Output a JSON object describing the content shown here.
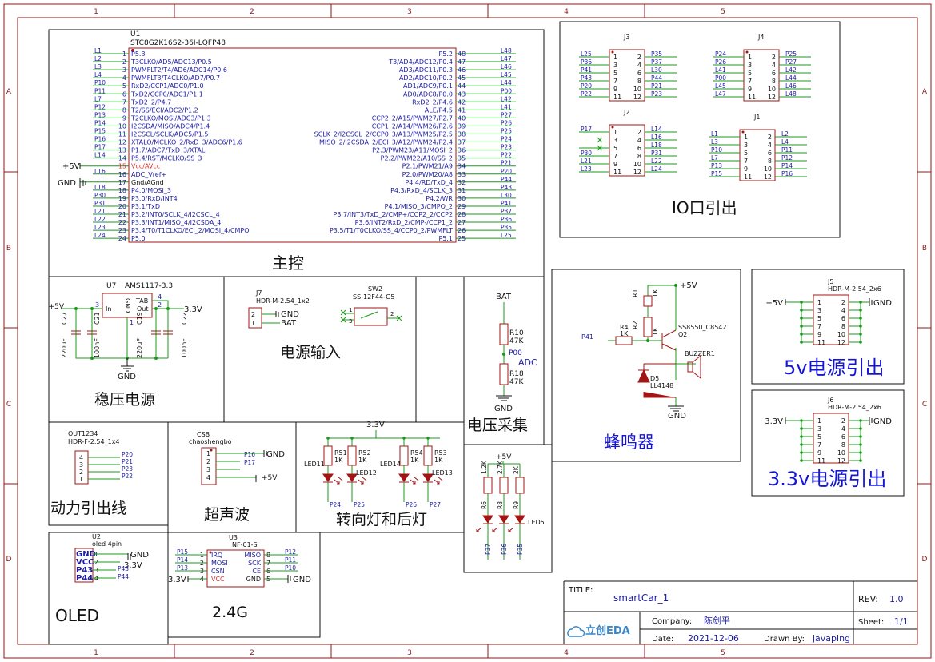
{
  "frame": {
    "columns": [
      "1",
      "2",
      "3",
      "4",
      "5"
    ],
    "rows": [
      "A",
      "B",
      "C",
      "D"
    ]
  },
  "mcu": {
    "designator": "U1",
    "part": "STC8G2K16S2-36I-LQFP48",
    "section_label": "主控",
    "left_pins": [
      {
        "net": "L1",
        "num": "1",
        "name": "P5.3"
      },
      {
        "net": "L2",
        "num": "2",
        "name": "T3CLKO/AD5/ADC13/P0.5"
      },
      {
        "net": "L3",
        "num": "3",
        "name": "PWMFLT2/T4/AD6/ADC14/P0.6"
      },
      {
        "net": "L4",
        "num": "4",
        "name": "PWMFLT3/T4CLKO/AD7/P0.7"
      },
      {
        "net": "P10",
        "num": "5",
        "name": "RxD2/CCP1/ADC0/P1.0"
      },
      {
        "net": "P11",
        "num": "6",
        "name": "TxD2/CCP0/ADC1/P1.1"
      },
      {
        "net": "L7",
        "num": "7",
        "name": "TxD2_2/P4.7"
      },
      {
        "net": "P12",
        "num": "8",
        "name": "T2/SS/ECI/ADC2/P1.2"
      },
      {
        "net": "P13",
        "num": "9",
        "name": "T2CLKO/MOSI/ADC3/P1.3"
      },
      {
        "net": "P14",
        "num": "10",
        "name": "I2CSDA/MISO/ADC4/P1.4"
      },
      {
        "net": "P15",
        "num": "11",
        "name": "I2CSCL/SCLK/ADC5/P1.5"
      },
      {
        "net": "P16",
        "num": "12",
        "name": "XTALO/MCLKO_2/RxD_3/ADC6/P1.6"
      },
      {
        "net": "P17",
        "num": "13",
        "name": "P1.7/ADC7/TxD_3/XTALI"
      },
      {
        "net": "L14",
        "num": "14",
        "name": "P5.4/RST/MCLKO/SS_3"
      },
      {
        "net": "+5V",
        "num": "15",
        "name": "Vcc/AVcc"
      },
      {
        "net": "L16",
        "num": "16",
        "name": "ADC_Vref+"
      },
      {
        "net": "GND",
        "num": "17",
        "name": "Gnd/AGnd"
      },
      {
        "net": "L18",
        "num": "18",
        "name": "P4.0/MOSI_3"
      },
      {
        "net": "P30",
        "num": "19",
        "name": "P3.0/RxD/INT4"
      },
      {
        "net": "P31",
        "num": "20",
        "name": "P3.1/TxD"
      },
      {
        "net": "L21",
        "num": "21",
        "name": "P3.2/INT0/SCLK_4/I2CSCL_4"
      },
      {
        "net": "L22",
        "num": "22",
        "name": "P3.3/INT1/MISO_4/I2CSDA_4"
      },
      {
        "net": "L23",
        "num": "23",
        "name": "P3.4/T0/T1CLKO/ECI_2/MOSI_4/CMPO"
      },
      {
        "net": "L24",
        "num": "24",
        "name": "P5.0"
      }
    ],
    "right_pins": [
      {
        "net": "L48",
        "num": "48",
        "name": "P5.2"
      },
      {
        "net": "L47",
        "num": "47",
        "name": "T3/AD4/ADC12/P0.4"
      },
      {
        "net": "L46",
        "num": "46",
        "name": "AD3/ADC11/P0.3"
      },
      {
        "net": "L45",
        "num": "45",
        "name": "AD2/ADC10/P0.2"
      },
      {
        "net": "L44",
        "num": "44",
        "name": "AD1/ADC9/P0.1"
      },
      {
        "net": "P00",
        "num": "43",
        "name": "AD0/ADC8/P0.0"
      },
      {
        "net": "L42",
        "num": "42",
        "name": "RxD2_2/P4.6"
      },
      {
        "net": "L41",
        "num": "41",
        "name": "ALE/P4.5"
      },
      {
        "net": "P27",
        "num": "40",
        "name": "CCP2_2/A15/PWM27/P2.7"
      },
      {
        "net": "P26",
        "num": "39",
        "name": "CCP1_2/A14/PWM26/P2.6"
      },
      {
        "net": "P25",
        "num": "38",
        "name": "SCLK_2/I2CSCL_2/CCP0_3/A13/PWM25/P2.5"
      },
      {
        "net": "P24",
        "num": "37",
        "name": "MISO_2/I2CSDA_2/ECI_3/A12/PWM24/P2.4"
      },
      {
        "net": "P23",
        "num": "36",
        "name": "P2.3/PWM23/A11/MOSI_2"
      },
      {
        "net": "P22",
        "num": "35",
        "name": "P2.2/PWM22/A10/SS_2"
      },
      {
        "net": "P21",
        "num": "34",
        "name": "P2.1/PWM21/A9"
      },
      {
        "net": "P20",
        "num": "33",
        "name": "P2.0/PWM20/A8"
      },
      {
        "net": "P44",
        "num": "32",
        "name": "P4.4/RD/TxD_4"
      },
      {
        "net": "P43",
        "num": "31",
        "name": "P4.3/RxD_4/SCLK_3"
      },
      {
        "net": "L30",
        "num": "30",
        "name": "P4.2/WR"
      },
      {
        "net": "P41",
        "num": "29",
        "name": "P4.1/MISO_3/CMPO_2"
      },
      {
        "net": "P37",
        "num": "28",
        "name": "P3.7/INT3/TxD_2/CMP+/CCP2_2/CCP2"
      },
      {
        "net": "P36",
        "num": "27",
        "name": "P3.6/INT2/RxD_2/CMP-/CCP1_2"
      },
      {
        "net": "P35",
        "num": "26",
        "name": "P3.5/T1/T0CLKO/SS_4/CCP0_2/PWMFLT"
      },
      {
        "net": "L25",
        "num": "25",
        "name": "P5.1"
      }
    ]
  },
  "io_headers": {
    "section_label": "IO口引出",
    "j3": {
      "ref": "J3",
      "left_nets": [
        "L25",
        "P36",
        "P41",
        "P43",
        "P20",
        "P22"
      ],
      "right_nets": [
        "P35",
        "P37",
        "L30",
        "P44",
        "P21",
        "P23"
      ],
      "left_nums": [
        "1",
        "3",
        "5",
        "7",
        "9",
        "11"
      ],
      "right_nums": [
        "2",
        "4",
        "6",
        "8",
        "10",
        "12"
      ]
    },
    "j4": {
      "ref": "J4",
      "left_nets": [
        "P24",
        "P26",
        "L41",
        "P00",
        "L45",
        "L47"
      ],
      "right_nets": [
        "P25",
        "P27",
        "L42",
        "L44",
        "L46",
        "L48"
      ],
      "left_nums": [
        "1",
        "3",
        "5",
        "7",
        "9",
        "11"
      ],
      "right_nums": [
        "2",
        "4",
        "6",
        "8",
        "10",
        "12"
      ]
    },
    "j2": {
      "ref": "J2",
      "left_nets": [
        "P17",
        "",
        "P30",
        "L21",
        "L23"
      ],
      "right_nets": [
        "L14",
        "L16",
        "L18",
        "P31",
        "L22",
        "L24"
      ],
      "left_nums": [
        "1",
        "3",
        "5",
        "7",
        "9",
        "11"
      ],
      "right_nums": [
        "2",
        "4",
        "6",
        "8",
        "10",
        "12"
      ]
    },
    "j1": {
      "ref": "J1",
      "left_nets": [
        "L1",
        "L3",
        "P10",
        "L7",
        "P13",
        "P15"
      ],
      "right_nets": [
        "L2",
        "L4",
        "P11",
        "P12",
        "P14",
        "P16"
      ],
      "left_nums": [
        "1",
        "3",
        "5",
        "7",
        "9",
        "11"
      ],
      "right_nums": [
        "2",
        "4",
        "6",
        "8",
        "10",
        "12"
      ]
    }
  },
  "regulator": {
    "section_label": "稳压电源",
    "ref": "U7",
    "part": "AMS1117-3.3",
    "pin_in": "In",
    "pin_out": "Out",
    "pin_gnd": "GND",
    "pin_tab": "TAB",
    "num_in": "3",
    "num_out": "2",
    "num_tab": "4",
    "num_gnd": "1",
    "in_net": "+5V",
    "out_net": "3.3V",
    "gnd": "GND",
    "caps": [
      {
        "ref": "C27",
        "value": "220uF"
      },
      {
        "ref": "C21",
        "value": "100nF"
      },
      {
        "ref": "C19",
        "value": "220uF"
      },
      {
        "ref": "C22",
        "value": "100nF"
      }
    ]
  },
  "power_in": {
    "section_label": "电源输入",
    "j7_ref": "J7",
    "j7_part": "HDR-M-2.54_1x2",
    "j7_nets": [
      "GND",
      "BAT"
    ],
    "j7_nums": [
      "2",
      "1"
    ],
    "sw_ref": "SW2",
    "sw_part": "SS-12F44-G5",
    "sw_nums": [
      "1",
      "2",
      "3"
    ]
  },
  "voltage_sense": {
    "section_label": "电压采集",
    "bat": "BAT",
    "r_top": {
      "ref": "R10",
      "value": "47K"
    },
    "r_bot": {
      "ref": "R18",
      "value": "47K"
    },
    "net": "P00",
    "adc": "ADC",
    "gnd": "GND"
  },
  "buzzer": {
    "section_label": "蜂鸣器",
    "vcc": "+5V",
    "r1": {
      "ref": "R1",
      "value": "1K"
    },
    "r2": {
      "ref": "R2",
      "value": "1K"
    },
    "r4": {
      "ref": "R4",
      "value": "1K"
    },
    "q": {
      "ref": "Q2",
      "part": "SS8550_C8542"
    },
    "d": {
      "ref": "D5",
      "part": "LL4148"
    },
    "bz": "BUZZER1",
    "net": "P41",
    "gnd": "GND"
  },
  "j5": {
    "ref": "J5",
    "part": "HDR-M-2.54_2x6",
    "vcc": "+5V",
    "gnd": "GND",
    "left_nums": [
      "1",
      "3",
      "5",
      "7",
      "9",
      "11"
    ],
    "right_nums": [
      "2",
      "4",
      "6",
      "8",
      "10",
      "12"
    ],
    "section_label": "5v电源引出"
  },
  "j6": {
    "ref": "J6",
    "part": "HDR-M-2.54_2x6",
    "vcc": "3.3V",
    "gnd": "GND",
    "left_nums": [
      "1",
      "3",
      "5",
      "7",
      "9",
      "11"
    ],
    "right_nums": [
      "2",
      "4",
      "6",
      "8",
      "10",
      "12"
    ],
    "section_label": "3.3v电源引出"
  },
  "motor": {
    "section_label": "动力引出线",
    "ref": "OUT1234",
    "part": "HDR-F-2.54_1x4",
    "nums": [
      "4",
      "3",
      "2",
      "1"
    ],
    "nets": [
      "P20",
      "P21",
      "P23",
      "P22"
    ]
  },
  "ultrasonic": {
    "section_label": "超声波",
    "ref": "CSB",
    "part": "chaoshengbo",
    "nums": [
      "1",
      "2",
      "3",
      "4"
    ],
    "nets": [
      "P16",
      "P17",
      "",
      "+5V"
    ],
    "gnd": "GND"
  },
  "leds": {
    "section_label": "转向灯和后灯",
    "vcc": "3.3V",
    "items": [
      {
        "r": "R51",
        "rv": "1K",
        "led": "LED11",
        "net": "P24"
      },
      {
        "r": "R52",
        "rv": "1K",
        "led": "LED12",
        "net": "P25"
      },
      {
        "r": "R54",
        "rv": "1K",
        "led": "LED14",
        "net": "P26"
      },
      {
        "r": "R53",
        "rv": "1K",
        "led": "LED13",
        "net": "P27"
      }
    ]
  },
  "led5": {
    "vcc": "+5V",
    "rs": [
      {
        "ref": "R6",
        "value": "1.2K"
      },
      {
        "ref": "R8",
        "value": "2.7K"
      },
      {
        "ref": "R9",
        "value": "2K"
      }
    ],
    "ref": "LED5",
    "nets": [
      "P37",
      "P36",
      "P35"
    ]
  },
  "oled": {
    "section_label": "OLED",
    "ref": "U2",
    "part": "oled 4pin",
    "pins": [
      {
        "name": "GND",
        "num": "1",
        "net": "GND"
      },
      {
        "name": "VCC",
        "num": "2",
        "net": "3.3V"
      },
      {
        "name": "P43",
        "num": "3",
        "net": "P43"
      },
      {
        "name": "P44",
        "num": "4",
        "net": "P44"
      }
    ]
  },
  "nrf": {
    "section_label": "2.4G",
    "ref": "U3",
    "part": "NF-01-S",
    "left": [
      {
        "net": "P15",
        "num": "1",
        "name": "IRQ"
      },
      {
        "net": "P14",
        "num": "2",
        "name": "MOSI"
      },
      {
        "net": "P13",
        "num": "3",
        "name": "CSN"
      },
      {
        "net": "3.3V",
        "num": "4",
        "name": "VCC"
      }
    ],
    "right": [
      {
        "net": "P12",
        "num": "8",
        "name": "MISO"
      },
      {
        "net": "P11",
        "num": "7",
        "name": "SCK"
      },
      {
        "net": "P10",
        "num": "6",
        "name": "CE"
      },
      {
        "net": "GND",
        "num": "5",
        "name": "GND"
      }
    ]
  },
  "title_block": {
    "title_label": "TITLE:",
    "title": "smartCar_1",
    "rev_label": "REV:",
    "rev": "1.0",
    "company_label": "Company:",
    "company": "陈剑平",
    "sheet_label": "Sheet:",
    "sheet": "1/1",
    "date_label": "Date:",
    "date": "2021-12-06",
    "drawn_label": "Drawn By:",
    "drawn": "javaping",
    "logo_text": "立创EDA"
  },
  "colors": {
    "wire": "#1a9a1a",
    "part": "#a31515",
    "label": "#1a1aa8",
    "frame": "#8b1a1a",
    "blue_title": "#1515d8",
    "black": "#111111"
  }
}
